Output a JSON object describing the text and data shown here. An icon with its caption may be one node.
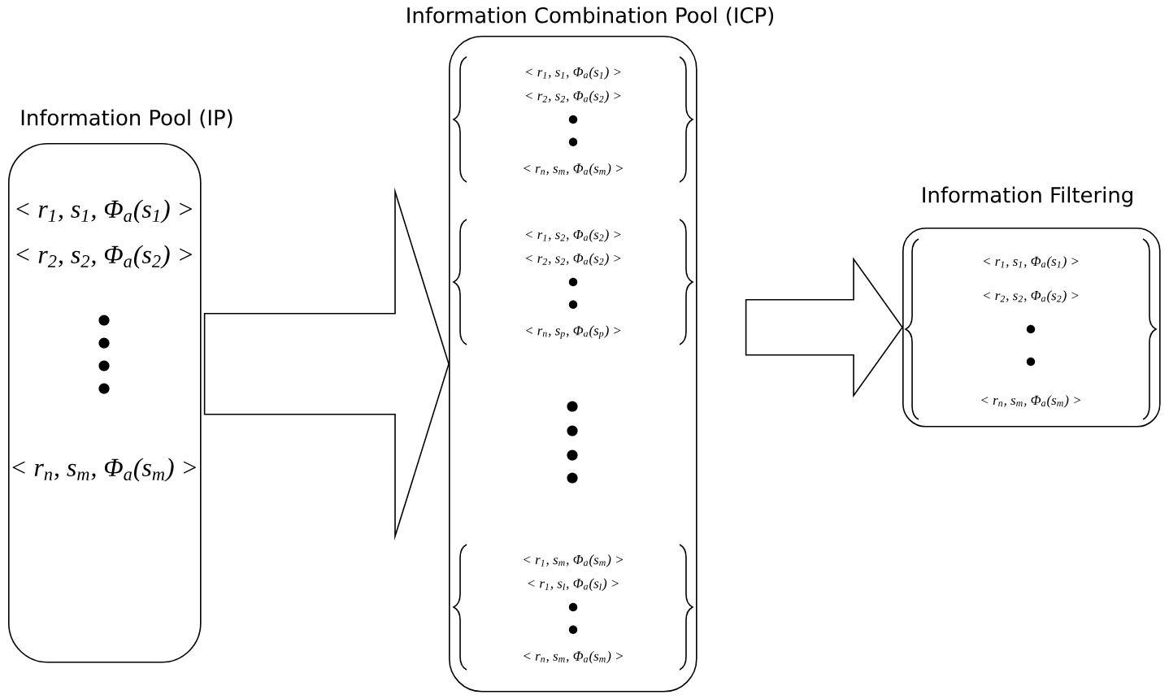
{
  "diagram": {
    "nodes": [
      {
        "text": [
          "Information Pool (IP)",
          "< r$_{1}$, s$_{1}$, Φ$_{a}$(s$_{1}$) >",
          "< r$_{2}$, s$_{2}$, Φ$_{a}$(s$_{2}$) >",
          "< r$_{n}$, s$_{m}$, Φ$_{a}$(s$_{m}$) >"
        ]
      },
      {
        "text": [
          "Information Combination Pool (ICP)"
        ]
      },
      {
        "text": [
          "< r$_{1}$, s$_{1}$, Φ$_{a}$(s$_{1}$) >",
          "< r$_{2}$, s$_{2}$, Φ$_{a}$(s$_{2}$) >",
          "< r$_{n}$, s$_{m}$, Φ$_{a}$(s$_{m}$) >"
        ],
        "in": 1
      },
      {
        "text": [
          "< r$_{1}$, s$_{2}$, Φ$_{a}$(s$_{2}$) >",
          "< r$_{2}$, s$_{2}$, Φ$_{a}$(s$_{2}$) >",
          "< r$_{n}$, s$_{p}$, Φ$_{a}$(s$_{p}$) >"
        ],
        "in": 1
      },
      {
        "text": [
          "< r$_{1}$, s$_{m}$, Φ$_{a}$(s$_{m}$) >",
          "< r$_{1}$, s$_{l}$, Φ$_{a}$(s$_{l}$) >",
          "< r$_{n}$, s$_{m}$, Φ$_{a}$(s$_{m}$) >"
        ],
        "in": 1
      },
      {
        "text": [
          "Information Filtering"
        ]
      },
      {
        "text": [
          "< r$_{1}$, s$_{1}$, Φ$_{a}$(s$_{1}$) >",
          "< r$_{2}$, s$_{2}$, Φ$_{a}$(s$_{2}$) >",
          "< r$_{n}$, s$_{m}$, Φ$_{a}$(s$_{m}$) >"
        ],
        "in": 5
      }
    ],
    "edges": [
      {
        "from": 0,
        "to": 1,
        "arrow": "to"
      },
      {
        "from": 1,
        "to": 5,
        "arrow": "to"
      }
    ]
  }
}
